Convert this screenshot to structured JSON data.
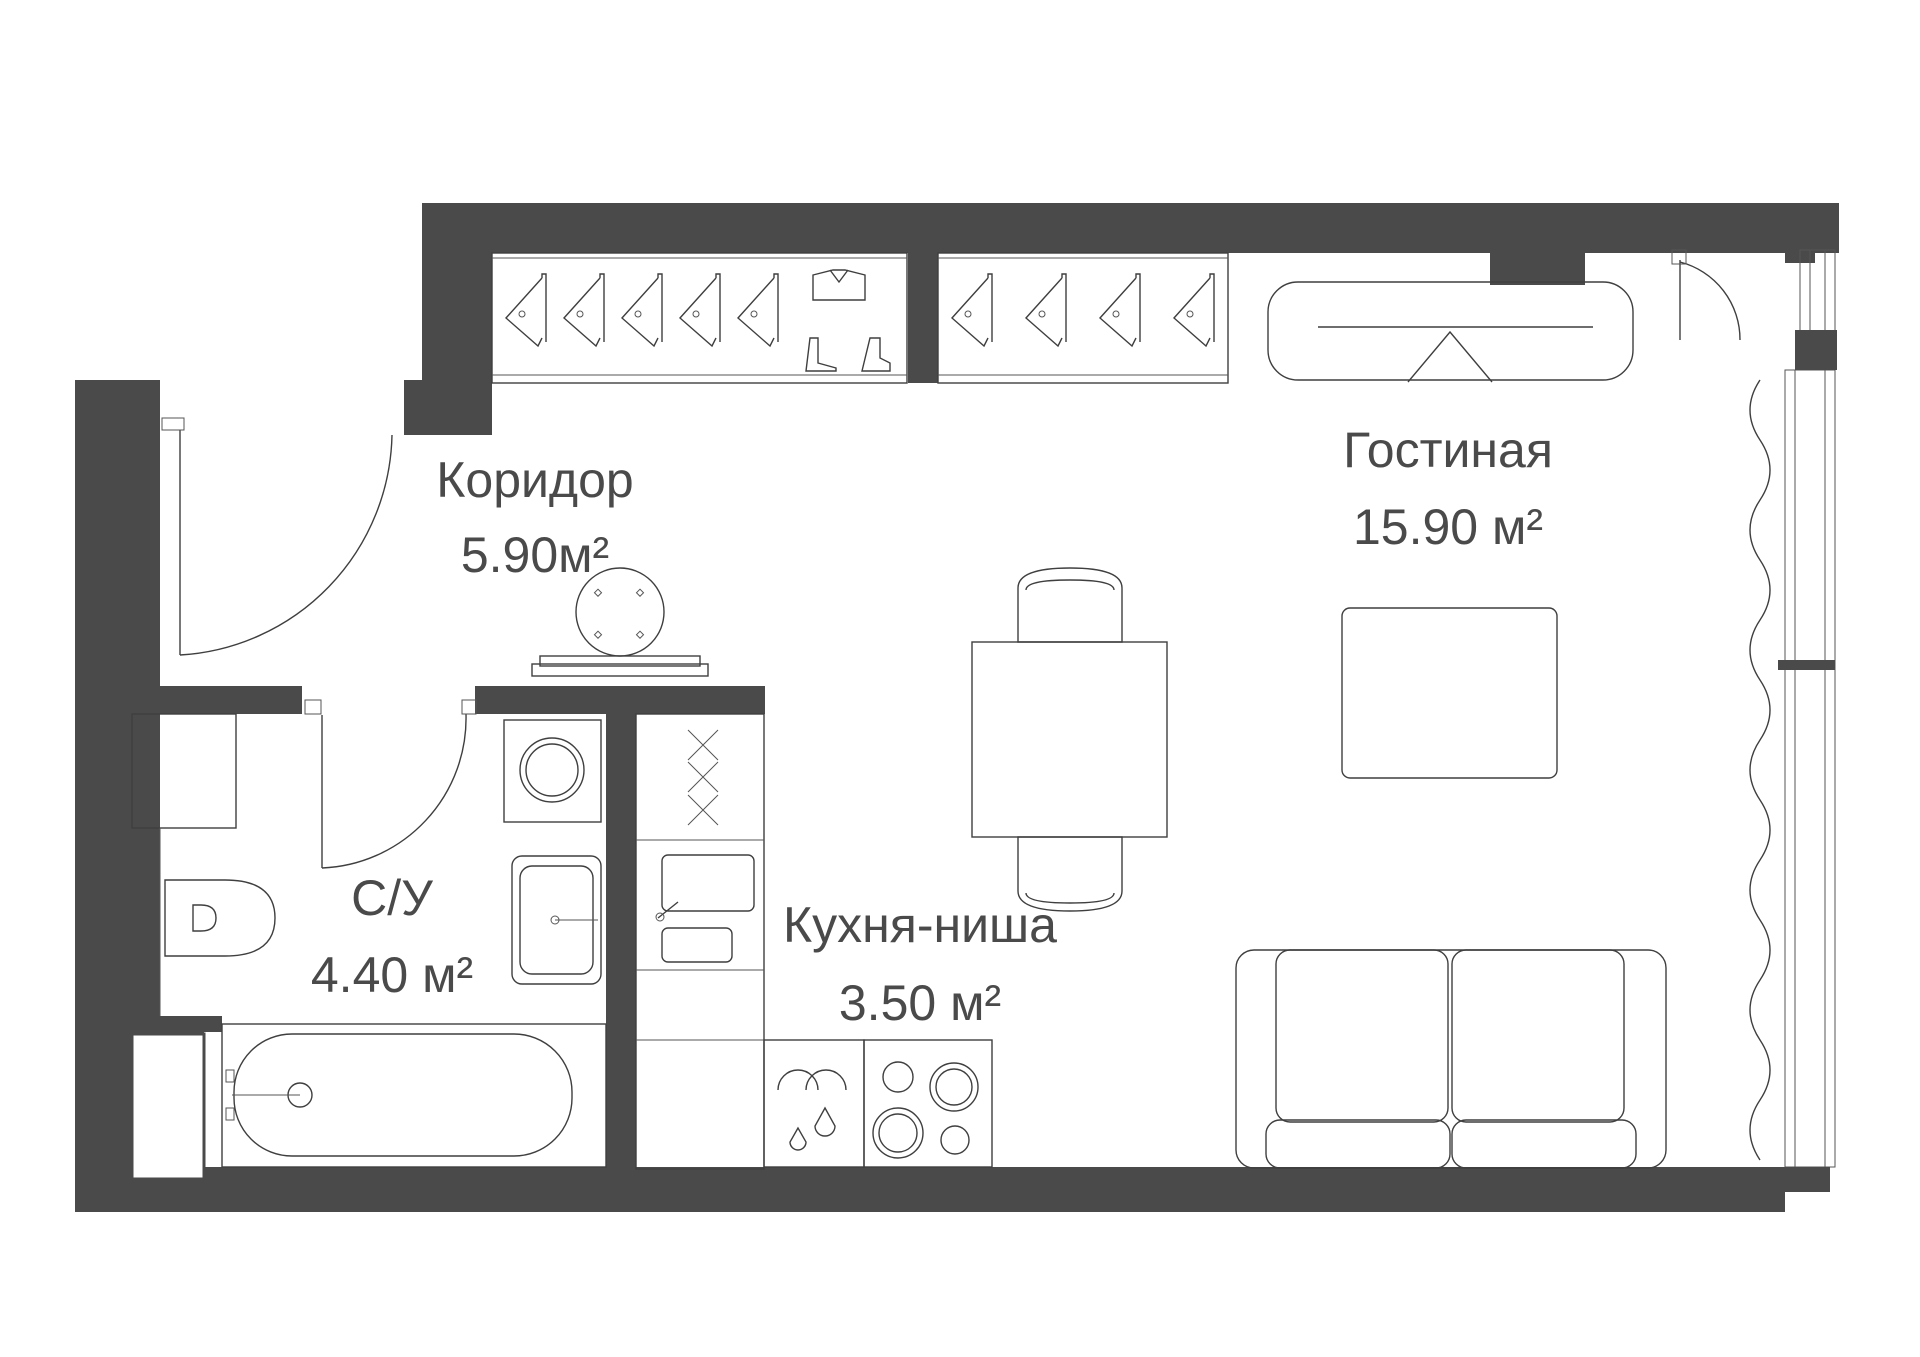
{
  "colors": {
    "wall": "#4a4a4a",
    "line": "#3f3f3f",
    "background": "#ffffff"
  },
  "rooms": {
    "corridor": {
      "name": "Коридор",
      "area": "5.90м²"
    },
    "living": {
      "name": "Гостиная",
      "area": "15.90 м²"
    },
    "bathroom": {
      "name": "С/У",
      "area": "4.40 м²"
    },
    "kitchen": {
      "name": "Кухня-ниша",
      "area": "3.50 м²"
    }
  },
  "icons": [
    "hanger-icon",
    "shirt-icon",
    "boot-icon",
    "washing-machine-icon",
    "stove-burner-icon",
    "sink-icon",
    "toilet-icon",
    "bathtub-icon",
    "dishwasher-icon",
    "cooktop-icon",
    "sofa-icon",
    "table-icon",
    "chair-icon"
  ]
}
